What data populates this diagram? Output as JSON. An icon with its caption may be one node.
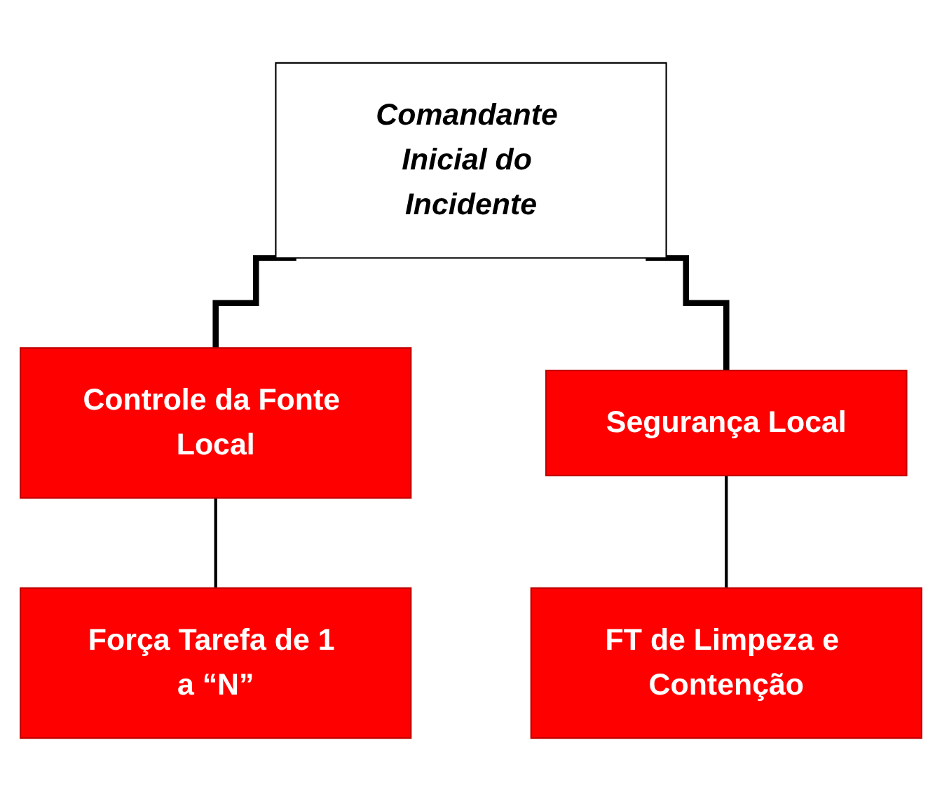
{
  "diagram": {
    "nodes": [
      {
        "text": [
          "Comandante Inicial do Incidente"
        ]
      },
      {
        "text": [
          "Controle da Fonte Local"
        ]
      },
      {
        "text": [
          "Segurança Local"
        ]
      },
      {
        "text": [
          "Força Tarefa de 1 a “N”"
        ]
      },
      {
        "text": [
          "FT de Limpeza e Contenção"
        ]
      }
    ],
    "edges": [
      {
        "from": 0,
        "to": 1,
        "arrow": "none",
        "style": "thick"
      },
      {
        "from": 0,
        "to": 2,
        "arrow": "none",
        "style": "thick"
      },
      {
        "from": 1,
        "to": 3,
        "arrow": "none"
      },
      {
        "from": 2,
        "to": 4,
        "arrow": "none"
      }
    ]
  }
}
